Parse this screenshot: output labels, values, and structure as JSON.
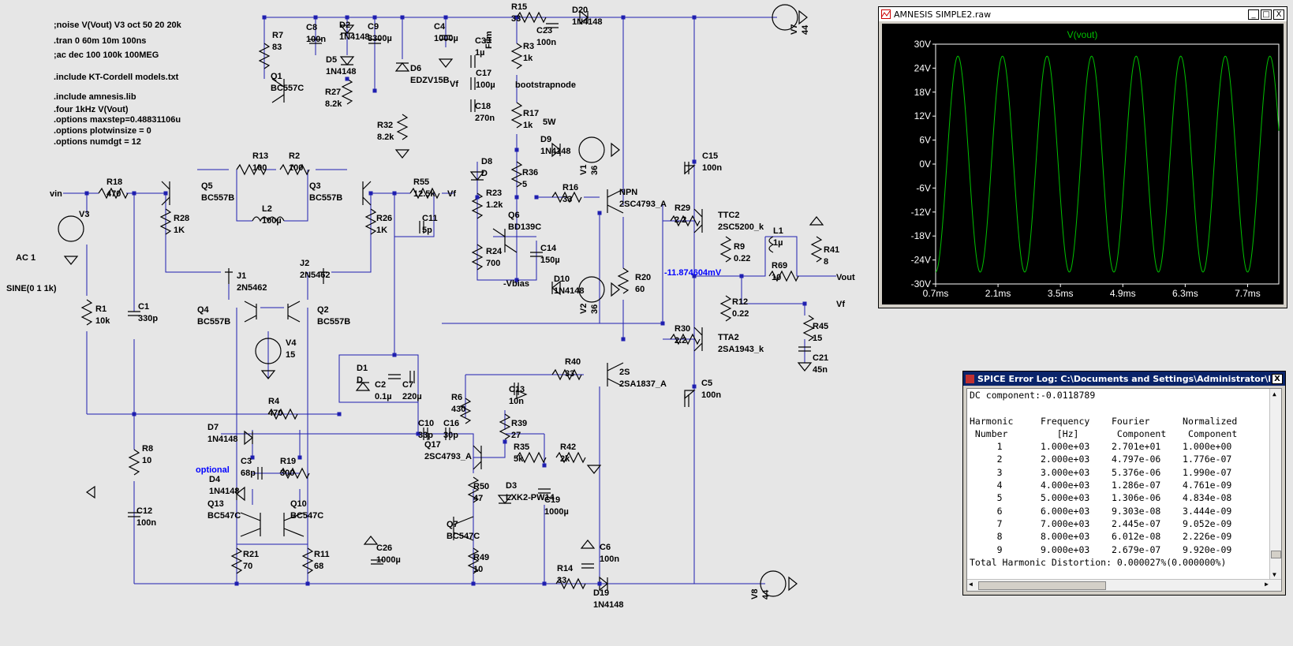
{
  "directives": [
    ";noise V(Vout) V3 oct 50 20 20k",
    ".tran 0 60m 10m 100ns",
    ";ac dec 100 100k 100MEG",
    ".include KT-Cordell models.txt",
    ".include amnesis.lib",
    ".four 1kHz V(Vout)",
    ".options maxstep=0.48831106u",
    ".options plotwinsize = 0",
    ".options numdgt = 12"
  ],
  "source_labels": {
    "ac": "AC 1",
    "sine": "SINE(0 1 1k)"
  },
  "net_labels": {
    "vin": "vin",
    "vout": "Vout",
    "vf": "Vf",
    "vbias": "-Vbias",
    "bootstrap": "bootstrapnode",
    "probe_voltage": "-11.874604mV",
    "optional": "optional"
  },
  "components": {
    "R7": [
      "R7",
      "83"
    ],
    "C8": [
      "C8",
      "100n"
    ],
    "D2": [
      "D2",
      "1N4148"
    ],
    "C9": [
      "C9",
      "3300µ"
    ],
    "C4": [
      "C4",
      "1000µ"
    ],
    "R15": [
      "R15",
      "33"
    ],
    "C23": [
      "C23",
      "100n"
    ],
    "D20": [
      "D20",
      "1N4148"
    ],
    "D5": [
      "D5",
      "1N4148"
    ],
    "D6": [
      "D6",
      "EDZV15B"
    ],
    "Q1": [
      "Q1",
      "BC557C"
    ],
    "R27": [
      "R27",
      "8.2k"
    ],
    "R32": [
      "R32",
      "8.2k"
    ],
    "C33": [
      "C33",
      "1µ"
    ],
    "C17": [
      "C17",
      "100µ"
    ],
    "C18": [
      "C18",
      "270n"
    ],
    "R3": [
      "R3",
      "1k"
    ],
    "R17": [
      "R17",
      "1k"
    ],
    "D9": [
      "D9",
      "1N4148"
    ],
    "V1": [
      "V1",
      "36"
    ],
    "R13": [
      "R13",
      "100"
    ],
    "R2": [
      "R2",
      "100"
    ],
    "Q5": [
      "Q5",
      "BC557B"
    ],
    "Q3": [
      "Q3",
      "BC557B"
    ],
    "L2": [
      "L2",
      "100µ"
    ],
    "R18": [
      "R18",
      "470"
    ],
    "R28": [
      "R28",
      "1K"
    ],
    "R26": [
      "R26",
      "1K"
    ],
    "R55": [
      "R55",
      "12.5k"
    ],
    "C11": [
      "C11",
      "5p"
    ],
    "D8": [
      "D8",
      "D"
    ],
    "R36": [
      "R36",
      "5"
    ],
    "R23": [
      "R23",
      "1.2k"
    ],
    "Q6": [
      "Q6",
      "BD139C"
    ],
    "R24": [
      "R24",
      "700"
    ],
    "C14": [
      "C14",
      "150µ"
    ],
    "R16": [
      "R16",
      "33"
    ],
    "NPN": [
      "NPN",
      "2SC4793_A"
    ],
    "R29": [
      "R29",
      "2.2"
    ],
    "Q_TTC2": [
      "TTC2",
      "2SC5200_k"
    ],
    "C15": [
      "C15",
      "100n"
    ],
    "L1": [
      "L1",
      "1µ"
    ],
    "R41": [
      "R41",
      "8"
    ],
    "R9": [
      "R9",
      "0.22"
    ],
    "R69": [
      "R69",
      "10"
    ],
    "V7": [
      "V7",
      "44"
    ],
    "J1": [
      "J1",
      "2N5462"
    ],
    "J2": [
      "J2",
      "2N5462"
    ],
    "V3": [
      "V3",
      ""
    ],
    "R1": [
      "R1",
      "10k"
    ],
    "C1": [
      "C1",
      "330p"
    ],
    "Q4": [
      "Q4",
      "BC557B"
    ],
    "Q2": [
      "Q2",
      "BC557B"
    ],
    "V4": [
      "V4",
      "15"
    ],
    "D10": [
      "D10",
      "1N4148"
    ],
    "V2": [
      "V2",
      "36"
    ],
    "R20": [
      "R20",
      "60"
    ],
    "R12": [
      "R12",
      "0.22"
    ],
    "R45": [
      "R45",
      "15"
    ],
    "C21": [
      "C21",
      "45n"
    ],
    "R30": [
      "R30",
      "2.2"
    ],
    "Q_TTA2": [
      "TTA2",
      "2SA1943_k"
    ],
    "D1": [
      "D1",
      "D"
    ],
    "C2": [
      "C2",
      "0.1µ"
    ],
    "C7": [
      "C7",
      "220µ"
    ],
    "R40": [
      "R40",
      "33"
    ],
    "Q_2S": [
      "2S",
      "2SA1837_A"
    ],
    "C5": [
      "C5",
      "100n"
    ],
    "R6": [
      "R6",
      "430"
    ],
    "C13": [
      "C13",
      "10n"
    ],
    "R4": [
      "R4",
      "470"
    ],
    "D7": [
      "D7",
      "1N4148"
    ],
    "C10": [
      "C10",
      "33p"
    ],
    "C16": [
      "C16",
      "30p"
    ],
    "R39": [
      "R39",
      "27"
    ],
    "R35": [
      "R35",
      "5k"
    ],
    "R42": [
      "R42",
      "2k"
    ],
    "R8": [
      "R8",
      "10"
    ],
    "C3": [
      "C3",
      "68p"
    ],
    "R19": [
      "R19",
      "300"
    ],
    "D4": [
      "D4",
      "1N4148"
    ],
    "Q17": [
      "Q17",
      "2SC4793_A"
    ],
    "D3": [
      "D3",
      "LXK2-PW14"
    ],
    "C19": [
      "C19",
      "1000µ"
    ],
    "R50": [
      "R50",
      "47"
    ],
    "C12": [
      "C12",
      "100n"
    ],
    "Q13": [
      "Q13",
      "BC547C"
    ],
    "Q10": [
      "Q10",
      "BC547C"
    ],
    "Q7": [
      "Q7",
      "BC547C"
    ],
    "R21": [
      "R21",
      "70"
    ],
    "R11": [
      "R11",
      "68"
    ],
    "C26": [
      "C26",
      "1000µ"
    ],
    "R49": [
      "R49",
      "10"
    ],
    "R14": [
      "R14",
      "33"
    ],
    "C6": [
      "C6",
      "100n"
    ],
    "D19": [
      "D19",
      "1N4148"
    ],
    "V8": [
      "V8",
      "44"
    ],
    "C_film": [
      "Film",
      ""
    ],
    "C6_5W": [
      "5W",
      ""
    ]
  },
  "waveform_window": {
    "title": "AMNESIS SIMPLE2.raw",
    "trace_name": "V(vout)",
    "trace_color": "#00c000",
    "buttons": [
      "_",
      "□",
      "X"
    ]
  },
  "chart_data": {
    "type": "line",
    "title": "V(vout)",
    "xlabel": "",
    "ylabel": "",
    "x_ticks": [
      "0.7ms",
      "2.1ms",
      "3.5ms",
      "4.9ms",
      "6.3ms",
      "7.7ms"
    ],
    "y_ticks": [
      "30V",
      "24V",
      "18V",
      "12V",
      "6V",
      "0V",
      "-6V",
      "-12V",
      "-18V",
      "-24V",
      "-30V"
    ],
    "xlim": [
      0.7,
      8.4
    ],
    "ylim": [
      -30,
      30
    ],
    "grid": false,
    "series": [
      {
        "name": "V(vout)",
        "amplitude_V": 27.01,
        "frequency_kHz": 1.0,
        "offset_V": -0.0118789,
        "x_start_ms": 0.7,
        "x_end_ms": 8.4
      }
    ]
  },
  "log_window": {
    "title": "SPICE Error Log: C:\\Documents and Settings\\Administrator\\My...",
    "close_button": "X",
    "dc_line": "DC component:-0.0118789",
    "headers1": [
      "Harmonic",
      "Frequency",
      "Fourier",
      "Normalized"
    ],
    "headers2": [
      "Number",
      "[Hz]",
      "Component",
      "Component"
    ],
    "rows": [
      [
        "1",
        "1.000e+03",
        "2.701e+01",
        "1.000e+00"
      ],
      [
        "2",
        "2.000e+03",
        "4.797e-06",
        "1.776e-07"
      ],
      [
        "3",
        "3.000e+03",
        "5.376e-06",
        "1.990e-07"
      ],
      [
        "4",
        "4.000e+03",
        "1.286e-07",
        "4.761e-09"
      ],
      [
        "5",
        "5.000e+03",
        "1.306e-06",
        "4.834e-08"
      ],
      [
        "6",
        "6.000e+03",
        "9.303e-08",
        "3.444e-09"
      ],
      [
        "7",
        "7.000e+03",
        "2.445e-07",
        "9.052e-09"
      ],
      [
        "8",
        "8.000e+03",
        "6.012e-08",
        "2.226e-09"
      ],
      [
        "9",
        "9.000e+03",
        "2.679e-07",
        "9.920e-09"
      ]
    ],
    "thd_line": "Total Harmonic Distortion: 0.000027%(0.000000%)"
  }
}
